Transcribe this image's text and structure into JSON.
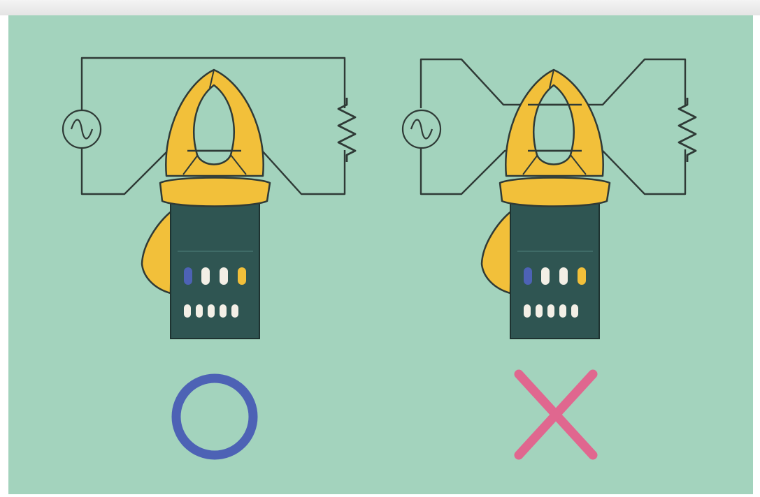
{
  "colors": {
    "background": "#a3d3bd",
    "wire": "#2f3a36",
    "jaw": "#f2c03a",
    "jaw_outline": "#2f3a36",
    "meter_body": "#2f5552",
    "button_light": "#f3efe6",
    "button_blue": "#4d62b5",
    "button_yellow": "#f2c03a",
    "correct_mark": "#4d62b5",
    "wrong_mark": "#e0678f"
  },
  "panels": [
    {
      "id": "correct-method",
      "clamp_encircles": "one-conductor",
      "result_mark": "circle",
      "result": "correct",
      "icons": [
        "ac-source-icon",
        "resistor-icon",
        "clamp-meter-icon"
      ]
    },
    {
      "id": "incorrect-method",
      "clamp_encircles": "both-conductors",
      "result_mark": "cross",
      "result": "incorrect",
      "icons": [
        "ac-source-icon",
        "resistor-icon",
        "clamp-meter-icon"
      ]
    }
  ]
}
